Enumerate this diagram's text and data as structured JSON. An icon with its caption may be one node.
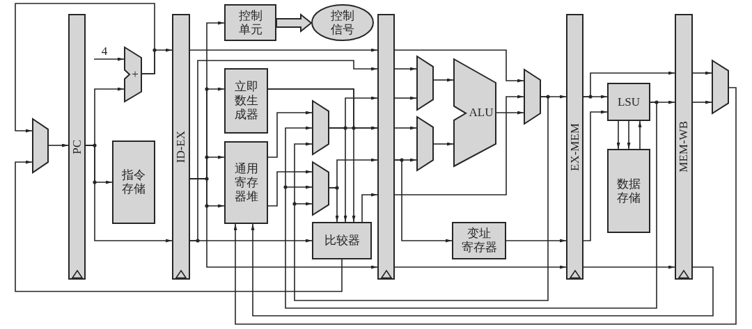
{
  "diagram": {
    "nodes": [
      {
        "text": [
          "PC"
        ]
      },
      {
        "text": [
          "ID-EX"
        ]
      },
      {
        "text": [],
        "shape": "bar"
      },
      {
        "text": [
          "EX-MEM"
        ]
      },
      {
        "text": [
          "MEM-WB"
        ]
      },
      {
        "text": [
          "控制单元"
        ]
      },
      {
        "text": [
          "控制信号"
        ]
      },
      {
        "text": [
          "立即数生成器"
        ]
      },
      {
        "text": [
          "通用寄存器堆"
        ]
      },
      {
        "text": [
          "指令存储"
        ]
      },
      {
        "text": [
          "比较器"
        ]
      },
      {
        "text": [
          "变址寄存器"
        ]
      },
      {
        "text": [
          "ALU"
        ]
      },
      {
        "text": [
          "LSU"
        ]
      },
      {
        "text": [
          "数据存储"
        ]
      },
      {
        "text": [
          "+"
        ]
      },
      {
        "text": [],
        "shape": "trapezoid"
      },
      {
        "text": [],
        "shape": "trapezoid"
      },
      {
        "text": [],
        "shape": "trapezoid"
      },
      {
        "text": [],
        "shape": "trapezoid"
      },
      {
        "text": [],
        "shape": "trapezoid"
      },
      {
        "text": [],
        "shape": "trapezoid"
      },
      {
        "text": [],
        "shape": "trapezoid"
      },
      {
        "text": [
          "4"
        ]
      }
    ],
    "edges": [
      {
        "from": 23,
        "to": 15,
        "arrow": "to"
      },
      {
        "from": 15,
        "to": 1,
        "arrow": "to"
      },
      {
        "from": 15,
        "to": 16,
        "arrow": "to"
      },
      {
        "from": 16,
        "to": 0,
        "arrow": "to"
      },
      {
        "from": 0,
        "to": 15,
        "arrow": "to"
      },
      {
        "from": 0,
        "to": 9,
        "arrow": "to"
      },
      {
        "from": 0,
        "to": 1,
        "arrow": "to"
      },
      {
        "from": 10,
        "to": 16,
        "arrow": "to"
      },
      {
        "from": 1,
        "to": 2,
        "arrow": "to"
      },
      {
        "from": 1,
        "to": 2,
        "arrow": "to"
      },
      {
        "from": 1,
        "to": 10,
        "arrow": "to"
      },
      {
        "from": 1,
        "to": 5,
        "arrow": "to"
      },
      {
        "from": 1,
        "to": 7,
        "arrow": "to"
      },
      {
        "from": 1,
        "to": 8,
        "arrow": "to"
      },
      {
        "from": 1,
        "to": 8,
        "arrow": "to"
      },
      {
        "from": 1,
        "to": 2,
        "arrow": "to"
      },
      {
        "from": 5,
        "to": 6,
        "arrow": "to",
        "style": "thick"
      },
      {
        "from": 7,
        "to": 2,
        "arrow": "to"
      },
      {
        "from": 7,
        "to": 10,
        "arrow": "to"
      },
      {
        "from": 8,
        "to": 17,
        "arrow": "to"
      },
      {
        "from": 8,
        "to": 18,
        "arrow": "to"
      },
      {
        "from": 17,
        "to": 2,
        "arrow": "to"
      },
      {
        "from": 17,
        "to": 2,
        "arrow": "to"
      },
      {
        "from": 17,
        "to": 10,
        "arrow": "to"
      },
      {
        "from": 18,
        "to": 2,
        "arrow": "to"
      },
      {
        "from": 18,
        "to": 10,
        "arrow": "to"
      },
      {
        "from": 10,
        "to": 2,
        "arrow": "to"
      },
      {
        "from": 2,
        "to": 19,
        "arrow": "to"
      },
      {
        "from": 2,
        "to": 19,
        "arrow": "to"
      },
      {
        "from": 2,
        "to": 20,
        "arrow": "to"
      },
      {
        "from": 2,
        "to": 20,
        "arrow": "to"
      },
      {
        "from": 2,
        "to": 11,
        "arrow": "to"
      },
      {
        "from": 19,
        "to": 12,
        "arrow": "to"
      },
      {
        "from": 20,
        "to": 12,
        "arrow": "to"
      },
      {
        "from": 2,
        "to": 21,
        "arrow": "to"
      },
      {
        "from": 2,
        "to": 21,
        "arrow": "to"
      },
      {
        "from": 12,
        "to": 21,
        "arrow": "to"
      },
      {
        "from": 21,
        "to": 3,
        "arrow": "to"
      },
      {
        "from": 21,
        "to": 17,
        "arrow": "to"
      },
      {
        "from": 21,
        "to": 18,
        "arrow": "to"
      },
      {
        "from": 2,
        "to": 3,
        "arrow": "to"
      },
      {
        "from": 11,
        "to": 3,
        "arrow": "to"
      },
      {
        "from": 3,
        "to": 13,
        "arrow": "to"
      },
      {
        "from": 3,
        "to": 4,
        "arrow": "to"
      },
      {
        "from": 3,
        "to": 13,
        "arrow": "to"
      },
      {
        "from": 13,
        "to": 14,
        "arrow": "to"
      },
      {
        "from": 13,
        "to": 14,
        "arrow": "to"
      },
      {
        "from": 14,
        "to": 13,
        "arrow": "to"
      },
      {
        "from": 13,
        "to": 4,
        "arrow": "to"
      },
      {
        "from": 13,
        "to": 17,
        "arrow": "to"
      },
      {
        "from": 13,
        "to": 18,
        "arrow": "to"
      },
      {
        "from": 3,
        "to": 4,
        "arrow": "to"
      },
      {
        "from": 4,
        "to": 22,
        "arrow": "to"
      },
      {
        "from": 4,
        "to": 22,
        "arrow": "to"
      },
      {
        "from": 22,
        "to": 8,
        "arrow": "to"
      },
      {
        "from": 4,
        "to": 8,
        "arrow": "to"
      }
    ]
  }
}
